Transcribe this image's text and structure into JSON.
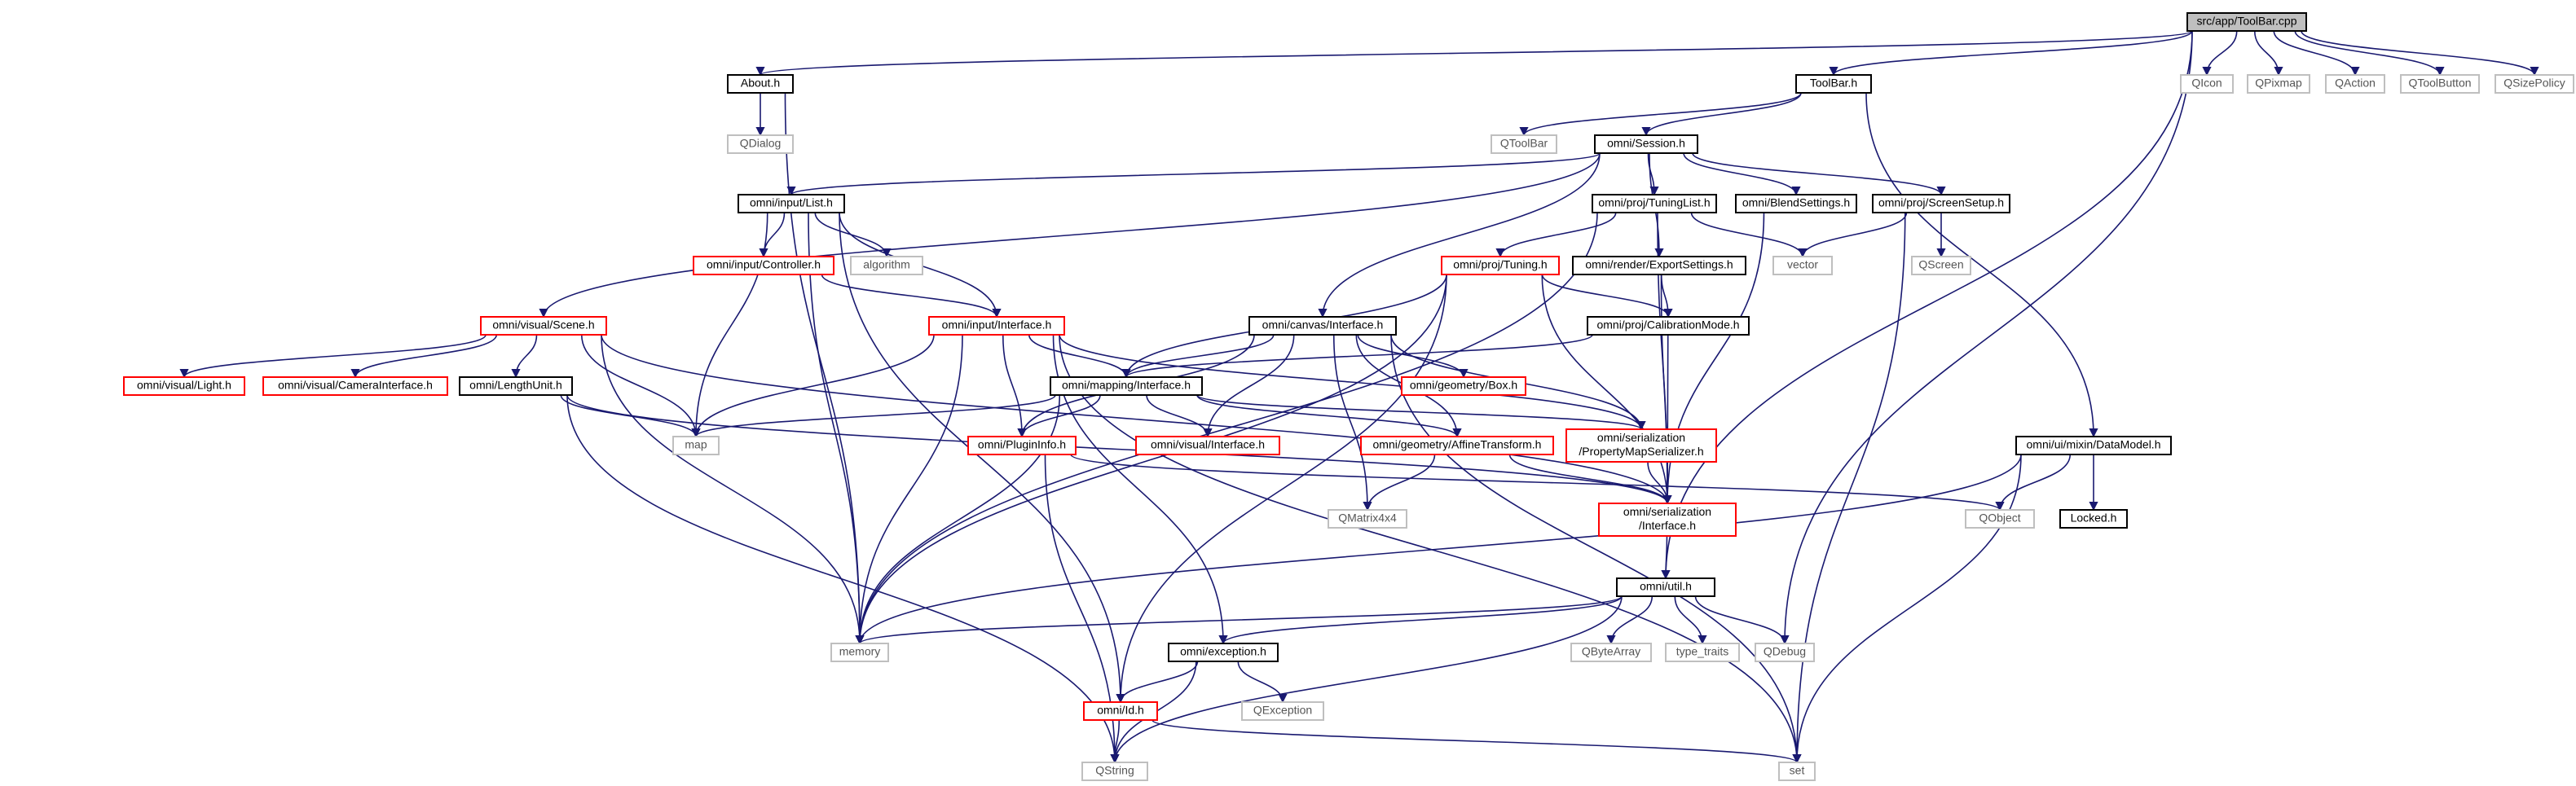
{
  "colors": {
    "edge": "#191970",
    "root_fill": "#bfbfbf",
    "root_border": "#000000",
    "normal_border": "#000000",
    "red_border": "#ff0000",
    "gray_border": "#bfbfbf",
    "normal_text": "#000000",
    "gray_text": "#555555"
  },
  "nodes": [
    {
      "id": "root",
      "label": "src/app/ToolBar.cpp",
      "style": "root"
    },
    {
      "id": "about",
      "label": "About.h",
      "style": "normal"
    },
    {
      "id": "toolbarh",
      "label": "ToolBar.h",
      "style": "normal"
    },
    {
      "id": "qicon",
      "label": "QIcon",
      "style": "gray"
    },
    {
      "id": "qpixmap",
      "label": "QPixmap",
      "style": "gray"
    },
    {
      "id": "qaction",
      "label": "QAction",
      "style": "gray"
    },
    {
      "id": "qtoolbutton",
      "label": "QToolButton",
      "style": "gray"
    },
    {
      "id": "qsizepolicy",
      "label": "QSizePolicy",
      "style": "gray"
    },
    {
      "id": "qdialog",
      "label": "QDialog",
      "style": "gray"
    },
    {
      "id": "qtoolbar",
      "label": "QToolBar",
      "style": "gray"
    },
    {
      "id": "session",
      "label": "omni/Session.h",
      "style": "normal"
    },
    {
      "id": "inputlist",
      "label": "omni/input/List.h",
      "style": "normal"
    },
    {
      "id": "tuninglist",
      "label": "omni/proj/TuningList.h",
      "style": "normal"
    },
    {
      "id": "blend",
      "label": "omni/BlendSettings.h",
      "style": "normal"
    },
    {
      "id": "screensetup",
      "label": "omni/proj/ScreenSetup.h",
      "style": "normal"
    },
    {
      "id": "controller",
      "label": "omni/input/Controller.h",
      "style": "red"
    },
    {
      "id": "algorithm",
      "label": "algorithm",
      "style": "gray"
    },
    {
      "id": "tuning",
      "label": "omni/proj/Tuning.h",
      "style": "red"
    },
    {
      "id": "exportset",
      "label": "omni/render/ExportSettings.h",
      "style": "normal"
    },
    {
      "id": "vector",
      "label": "vector",
      "style": "gray"
    },
    {
      "id": "qscreen",
      "label": "QScreen",
      "style": "gray"
    },
    {
      "id": "scene",
      "label": "omni/visual/Scene.h",
      "style": "red"
    },
    {
      "id": "inputiface",
      "label": "omni/input/Interface.h",
      "style": "red"
    },
    {
      "id": "canvasiface",
      "label": "omni/canvas/Interface.h",
      "style": "normal"
    },
    {
      "id": "calib",
      "label": "omni/proj/CalibrationMode.h",
      "style": "normal"
    },
    {
      "id": "light",
      "label": "omni/visual/Light.h",
      "style": "red"
    },
    {
      "id": "camera",
      "label": "omni/visual/CameraInterface.h",
      "style": "red"
    },
    {
      "id": "lengthunit",
      "label": "omni/LengthUnit.h",
      "style": "normal"
    },
    {
      "id": "mapping",
      "label": "omni/mapping/Interface.h",
      "style": "normal"
    },
    {
      "id": "box",
      "label": "omni/geometry/Box.h",
      "style": "red"
    },
    {
      "id": "map",
      "label": "map",
      "style": "gray"
    },
    {
      "id": "plugininfo",
      "label": "omni/PluginInfo.h",
      "style": "red"
    },
    {
      "id": "visualiface",
      "label": "omni/visual/Interface.h",
      "style": "red"
    },
    {
      "id": "affine",
      "label": "omni/geometry/AffineTransform.h",
      "style": "red"
    },
    {
      "id": "propmap",
      "label": "omni/serialization\n/PropertyMapSerializer.h",
      "style": "red"
    },
    {
      "id": "datamodel",
      "label": "omni/ui/mixin/DataModel.h",
      "style": "normal"
    },
    {
      "id": "qobject",
      "label": "QObject",
      "style": "gray"
    },
    {
      "id": "locked",
      "label": "Locked.h",
      "style": "normal"
    },
    {
      "id": "qmatrix",
      "label": "QMatrix4x4",
      "style": "gray"
    },
    {
      "id": "seriface",
      "label": "omni/serialization\n/Interface.h",
      "style": "red"
    },
    {
      "id": "util",
      "label": "omni/util.h",
      "style": "normal"
    },
    {
      "id": "memory",
      "label": "memory",
      "style": "gray"
    },
    {
      "id": "exception",
      "label": "omni/exception.h",
      "style": "normal"
    },
    {
      "id": "qbytearray",
      "label": "QByteArray",
      "style": "gray"
    },
    {
      "id": "typetraits",
      "label": "type_traits",
      "style": "gray"
    },
    {
      "id": "qdebug",
      "label": "QDebug",
      "style": "gray"
    },
    {
      "id": "qexception",
      "label": "QException",
      "style": "gray"
    },
    {
      "id": "id",
      "label": "omni/Id.h",
      "style": "red"
    },
    {
      "id": "qstring",
      "label": "QString",
      "style": "gray"
    },
    {
      "id": "set",
      "label": "set",
      "style": "gray"
    }
  ],
  "edges": [
    [
      "root",
      "about"
    ],
    [
      "root",
      "toolbarh"
    ],
    [
      "root",
      "qicon"
    ],
    [
      "root",
      "qpixmap"
    ],
    [
      "root",
      "qaction"
    ],
    [
      "root",
      "qtoolbutton"
    ],
    [
      "root",
      "qsizepolicy"
    ],
    [
      "root",
      "util"
    ],
    [
      "root",
      "qdebug"
    ],
    [
      "about",
      "qdialog"
    ],
    [
      "about",
      "memory"
    ],
    [
      "toolbarh",
      "qtoolbar"
    ],
    [
      "toolbarh",
      "session"
    ],
    [
      "toolbarh",
      "datamodel"
    ],
    [
      "session",
      "inputlist"
    ],
    [
      "session",
      "tuninglist"
    ],
    [
      "session",
      "blend"
    ],
    [
      "session",
      "screensetup"
    ],
    [
      "session",
      "scene"
    ],
    [
      "session",
      "canvasiface"
    ],
    [
      "session",
      "exportset"
    ],
    [
      "inputlist",
      "controller"
    ],
    [
      "inputlist",
      "algorithm"
    ],
    [
      "inputlist",
      "inputiface"
    ],
    [
      "inputlist",
      "map"
    ],
    [
      "inputlist",
      "memory"
    ],
    [
      "inputlist",
      "id"
    ],
    [
      "tuninglist",
      "tuning"
    ],
    [
      "tuninglist",
      "vector"
    ],
    [
      "tuninglist",
      "memory"
    ],
    [
      "tuninglist",
      "seriface"
    ],
    [
      "blend",
      "seriface"
    ],
    [
      "screensetup",
      "vector"
    ],
    [
      "screensetup",
      "qscreen"
    ],
    [
      "screensetup",
      "set"
    ],
    [
      "controller",
      "inputiface"
    ],
    [
      "tuning",
      "calib"
    ],
    [
      "tuning",
      "mapping"
    ],
    [
      "tuning",
      "seriface"
    ],
    [
      "tuning",
      "id"
    ],
    [
      "tuning",
      "memory"
    ],
    [
      "exportset",
      "calib"
    ],
    [
      "exportset",
      "seriface"
    ],
    [
      "scene",
      "light"
    ],
    [
      "scene",
      "camera"
    ],
    [
      "scene",
      "lengthunit"
    ],
    [
      "scene",
      "map"
    ],
    [
      "scene",
      "memory"
    ],
    [
      "scene",
      "seriface"
    ],
    [
      "inputiface",
      "mapping"
    ],
    [
      "inputiface",
      "plugininfo"
    ],
    [
      "inputiface",
      "map"
    ],
    [
      "inputiface",
      "memory"
    ],
    [
      "inputiface",
      "exception"
    ],
    [
      "inputiface",
      "set"
    ],
    [
      "inputiface",
      "propmap"
    ],
    [
      "canvasiface",
      "mapping"
    ],
    [
      "canvasiface",
      "box"
    ],
    [
      "canvasiface",
      "visualiface"
    ],
    [
      "canvasiface",
      "affine"
    ],
    [
      "canvasiface",
      "propmap"
    ],
    [
      "canvasiface",
      "qmatrix"
    ],
    [
      "canvasiface",
      "set"
    ],
    [
      "canvasiface",
      "plugininfo"
    ],
    [
      "calib",
      "mapping"
    ],
    [
      "calib",
      "seriface"
    ],
    [
      "lengthunit",
      "map"
    ],
    [
      "lengthunit",
      "seriface"
    ],
    [
      "lengthunit",
      "qstring"
    ],
    [
      "mapping",
      "map"
    ],
    [
      "mapping",
      "plugininfo"
    ],
    [
      "mapping",
      "visualiface"
    ],
    [
      "mapping",
      "affine"
    ],
    [
      "mapping",
      "propmap"
    ],
    [
      "mapping",
      "memory"
    ],
    [
      "plugininfo",
      "qobject"
    ],
    [
      "plugininfo",
      "qstring"
    ],
    [
      "affine",
      "qmatrix"
    ],
    [
      "affine",
      "seriface"
    ],
    [
      "propmap",
      "seriface"
    ],
    [
      "datamodel",
      "qobject"
    ],
    [
      "datamodel",
      "locked"
    ],
    [
      "datamodel",
      "memory"
    ],
    [
      "datamodel",
      "set"
    ],
    [
      "seriface",
      "util"
    ],
    [
      "util",
      "memory"
    ],
    [
      "util",
      "exception"
    ],
    [
      "util",
      "qbytearray"
    ],
    [
      "util",
      "typetraits"
    ],
    [
      "util",
      "qdebug"
    ],
    [
      "util",
      "qstring"
    ],
    [
      "exception",
      "id"
    ],
    [
      "exception",
      "qexception"
    ],
    [
      "exception",
      "qstring"
    ],
    [
      "id",
      "qstring"
    ],
    [
      "id",
      "set"
    ]
  ]
}
